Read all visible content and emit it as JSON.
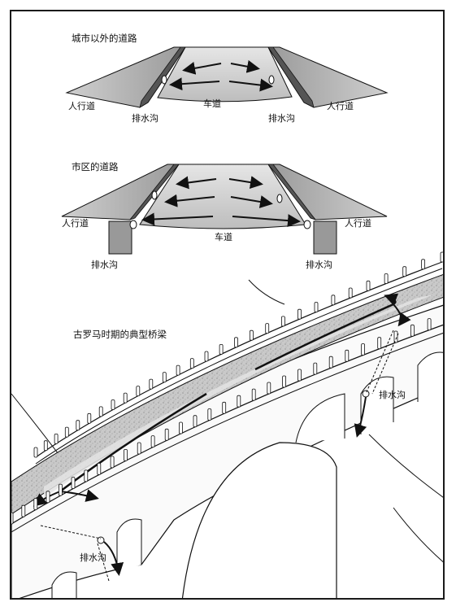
{
  "rural_road": {
    "title": "城市以外的道路",
    "sidewalk_left": "人行道",
    "sidewalk_right": "人行道",
    "roadway": "车道",
    "ditch_left": "排水沟",
    "ditch_right": "排水沟"
  },
  "urban_road": {
    "title": "市区的道路",
    "sidewalk_left": "人行道",
    "sidewalk_right": "人行道",
    "roadway": "车道",
    "ditch_left": "排水沟",
    "ditch_right": "排水沟"
  },
  "roman_bridge": {
    "title": "古罗马时期的典型桥梁",
    "ditch_upper": "排水沟",
    "ditch_lower": "排水沟"
  },
  "colors": {
    "ink": "#111111",
    "surface": "#bdbdbd",
    "shade": "#8a8a8a"
  }
}
